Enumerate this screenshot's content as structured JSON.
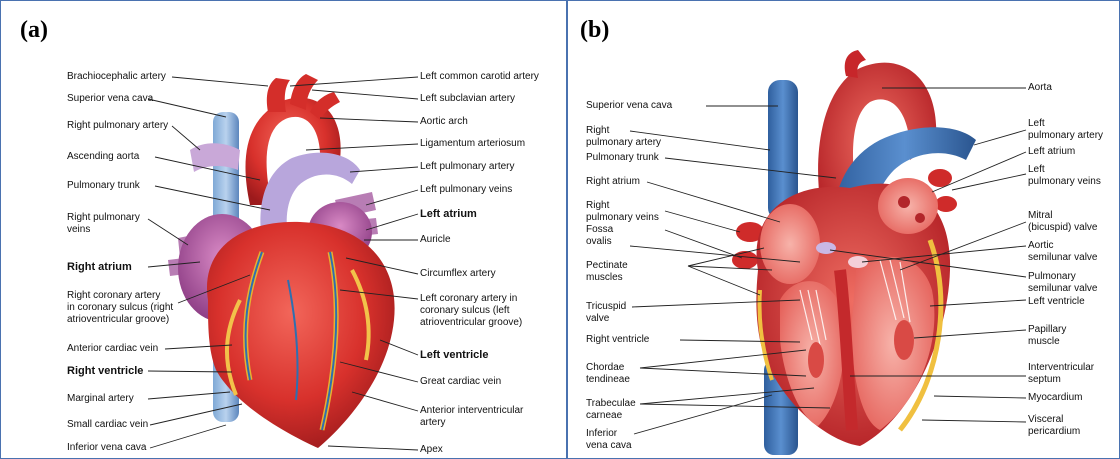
{
  "panel_a": {
    "letter": "(a)",
    "labels_left": [
      {
        "text": "Brachiocephalic artery",
        "bold": false
      },
      {
        "text": "Superior vena cava",
        "bold": false
      },
      {
        "text": "Right pulmonary artery",
        "bold": false
      },
      {
        "text": "Ascending aorta",
        "bold": false
      },
      {
        "text": "Pulmonary trunk",
        "bold": false
      },
      {
        "text": "Right pulmonary\nveins",
        "bold": false
      },
      {
        "text": "Right atrium",
        "bold": true
      },
      {
        "text": "Right coronary artery\nin coronary sulcus (right\natrioventricular groove)",
        "bold": false
      },
      {
        "text": "Anterior cardiac vein",
        "bold": false
      },
      {
        "text": "Right ventricle",
        "bold": true
      },
      {
        "text": "Marginal artery",
        "bold": false
      },
      {
        "text": "Small cardiac vein",
        "bold": false
      },
      {
        "text": "Inferior vena cava",
        "bold": false
      }
    ],
    "labels_right": [
      {
        "text": "Left common carotid artery",
        "bold": false
      },
      {
        "text": "Left subclavian artery",
        "bold": false
      },
      {
        "text": "Aortic arch",
        "bold": false
      },
      {
        "text": "Ligamentum arteriosum",
        "bold": false
      },
      {
        "text": "Left pulmonary artery",
        "bold": false
      },
      {
        "text": "Left pulmonary veins",
        "bold": false
      },
      {
        "text": "Left atrium",
        "bold": true
      },
      {
        "text": "Auricle",
        "bold": false
      },
      {
        "text": "Circumflex artery",
        "bold": false
      },
      {
        "text": "Left coronary artery in\ncoronary sulcus (left\natrioventricular groove)",
        "bold": false
      },
      {
        "text": "Left ventricle",
        "bold": true
      },
      {
        "text": "Great cardiac vein",
        "bold": false
      },
      {
        "text": "Anterior interventricular\nartery",
        "bold": false
      },
      {
        "text": "Apex",
        "bold": false
      }
    ]
  },
  "panel_b": {
    "letter": "(b)",
    "labels_left": [
      {
        "text": "Superior vena cava"
      },
      {
        "text": "Right\npulmonary artery"
      },
      {
        "text": "Pulmonary trunk"
      },
      {
        "text": "Right atrium"
      },
      {
        "text": "Right\npulmonary veins"
      },
      {
        "text": "Fossa\novalis"
      },
      {
        "text": "Pectinate\nmuscles"
      },
      {
        "text": "Tricuspid\nvalve"
      },
      {
        "text": "Right ventricle"
      },
      {
        "text": "Chordae\ntendineae"
      },
      {
        "text": "Trabeculae\ncarneae"
      },
      {
        "text": "Inferior\nvena cava"
      }
    ],
    "labels_right": [
      {
        "text": "Aorta"
      },
      {
        "text": "Left\npulmonary artery"
      },
      {
        "text": "Left atrium"
      },
      {
        "text": "Left\npulmonary veins"
      },
      {
        "text": "Mitral\n(bicuspid) valve"
      },
      {
        "text": "Aortic\nsemilunar valve"
      },
      {
        "text": "Pulmonary\nsemilunar valve"
      },
      {
        "text": "Left ventricle"
      },
      {
        "text": "Papillary\nmuscle"
      },
      {
        "text": "Interventricular\nseptum"
      },
      {
        "text": "Myocardium"
      },
      {
        "text": "Visceral\npericardium"
      }
    ]
  }
}
